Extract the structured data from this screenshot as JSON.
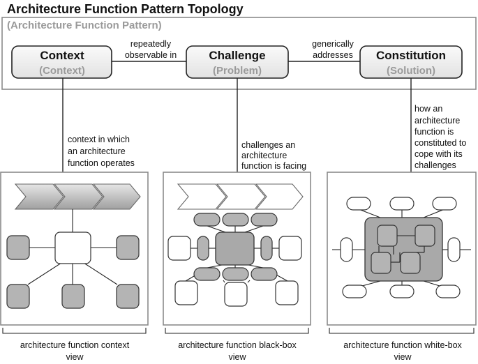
{
  "title": "Architecture Function Pattern Topology",
  "pattern_label": "(Architecture Function Pattern)",
  "nodes": [
    {
      "name": "Context",
      "sub": "(Context)"
    },
    {
      "name": "Challenge",
      "sub": "(Problem)"
    },
    {
      "name": "Constitution",
      "sub": "(Solution)"
    }
  ],
  "edges": {
    "context_challenge": [
      "repeatedly",
      "observable in"
    ],
    "challenge_constitution": [
      "generically",
      "addresses"
    ]
  },
  "descriptions": {
    "context": [
      "context in which",
      "an architecture",
      "function operates"
    ],
    "challenge": [
      "challenges an",
      "architecture",
      "function is facing"
    ],
    "constitution": [
      "how an",
      "architecture",
      "function is",
      "constituted to",
      "cope with its",
      "challenges"
    ]
  },
  "captions": {
    "context": [
      "architecture function context",
      "view"
    ],
    "blackbox": [
      "architecture function black-box",
      "view"
    ],
    "whitebox": [
      "architecture function white-box",
      "view"
    ]
  },
  "colors": {
    "node_fill": "#ececec",
    "gray_box": "#b4b4b4",
    "panel_border": "#8a8a8a",
    "subtitle_gray": "#9a9a9a"
  }
}
